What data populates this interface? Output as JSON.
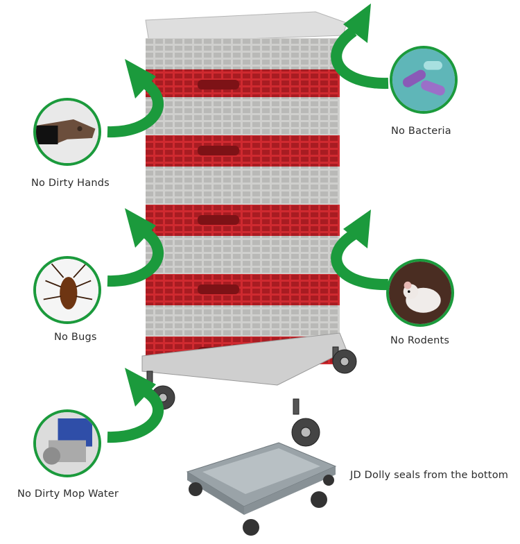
{
  "labels": {
    "dirty_hands": "No Dirty Hands",
    "bacteria": "No Bacteria",
    "bugs": "No Bugs",
    "rodents": "No Rodents",
    "mop_water": "No Dirty Mop Water",
    "dolly_caption": "JD Dolly seals from the bottom"
  },
  "colors": {
    "arrow_green": "#1b9a3c",
    "rack_red": "#c9252b",
    "rack_gray": "#c8c8c6",
    "dolly_gray": "#9aa3a8"
  },
  "icons": {
    "dirty_hands": "dirty-hands-photo",
    "bacteria": "bacteria-photo",
    "bugs": "cockroach-photo",
    "rodents": "rat-photo",
    "mop_water": "mop-bucket-photo"
  }
}
